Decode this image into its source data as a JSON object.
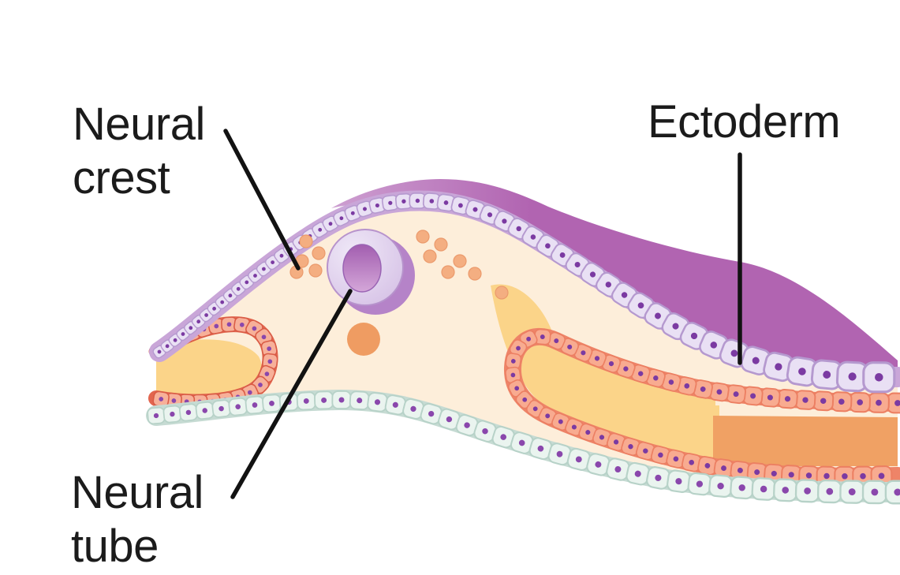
{
  "figure": {
    "title": "Neural tube and neural crest cross-section diagram",
    "labels": {
      "neural_crest": "Neural crest",
      "ectoderm": "Ectoderm",
      "neural_tube": "Neural tube"
    },
    "structures": [
      "ectoderm-epithelium",
      "neural-crest-cells",
      "neural-tube",
      "somite-left",
      "somite-right",
      "endoderm-cell-row",
      "mesenchyme-body"
    ],
    "palette": {
      "background": "#ffffff",
      "leader_line": "#121212",
      "label_text": "#1b1b1b",
      "magenta_dark": "#b164b1",
      "magenta_light": "#cd9fd1",
      "cream": "#fdeeda",
      "yellow": "#fbd489",
      "orange_block": "#f0a164",
      "ecto_fill": "#e9e0f4",
      "ecto_stroke": "#b599cf",
      "ecto_nucleus": "#7b3aa2",
      "ecto_band": "#c9a6d8",
      "endo_fill": "#eaf4ef",
      "endo_stroke": "#b7d2c8",
      "endo_nucleus": "#8a47ac",
      "endo_band": "#c6dbd3",
      "coral_fill": "#f7b099",
      "coral_stroke": "#d95b45",
      "coral_nucleus": "#8a47ac",
      "coral_band": "#e2664f",
      "salmon_fill": "#f8ab90",
      "salmon_stroke": "#ec7f62",
      "salmon_nucleus": "#7b3aa2",
      "salmon_band": "#ee8468",
      "crest_dot_fill": "#f4ae81",
      "crest_dot_stroke": "#eb9a6c",
      "big_dot": "#ef9c62",
      "tube_back": "#b583c8",
      "tube_face": "#d9c6e8",
      "tube_face_light": "#efe8f7",
      "tube_outline": "#b793cc",
      "tube_hole_top": "#a05bae",
      "tube_hole_bottom": "#d6a9da",
      "tube_hole_rim": "#9a64b4"
    }
  }
}
